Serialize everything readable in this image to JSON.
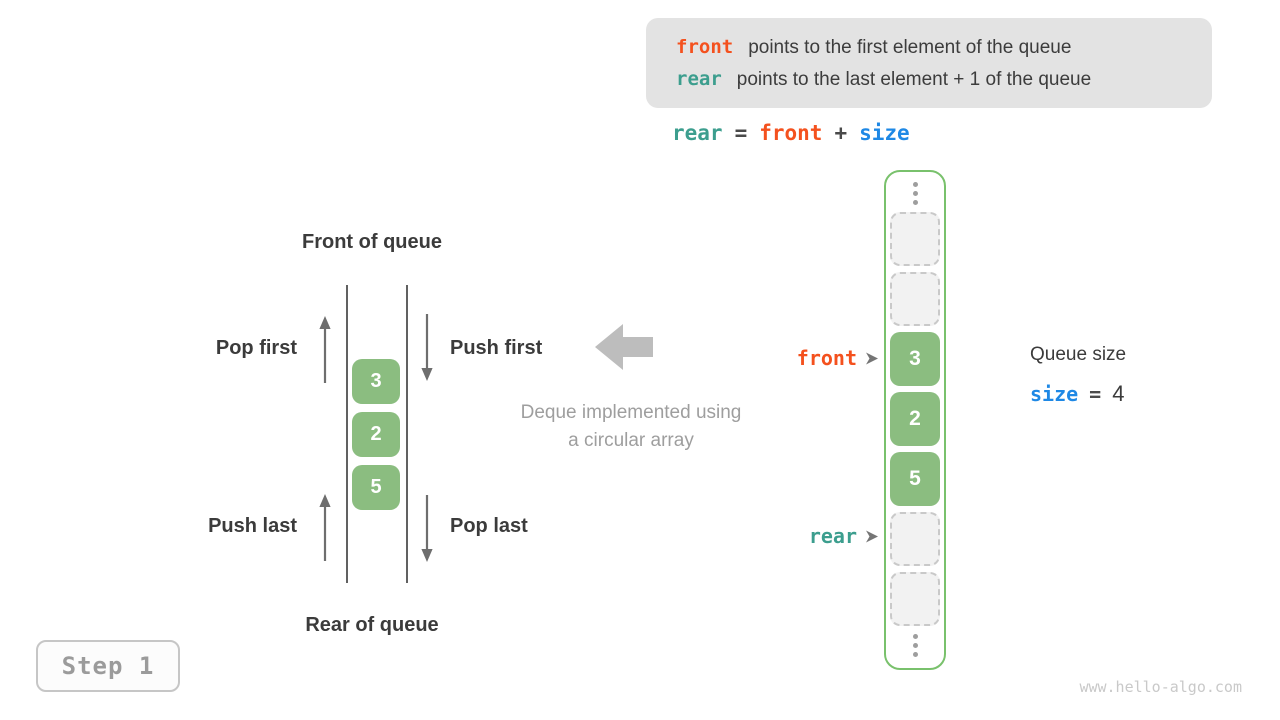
{
  "colors": {
    "legend-bg": "#E3E3E3",
    "text-dark": "#3C3C3C",
    "text-gray": "#9E9E9E",
    "line-gray": "#616161",
    "arrow-gray": "#6E6E6E",
    "big-arrow-gray": "#BDBDBD",
    "green-fill": "#8BBD80",
    "green-border": "#79C16C",
    "empty-fill": "#F2F2F2",
    "empty-border": "#C9C9C9",
    "orange": "#F4511E",
    "teal": "#3C9E8E",
    "blue": "#1E88E5",
    "step-text": "#9B9B9B",
    "step-border": "#C6C6C6",
    "watermark": "#C9C9C9"
  },
  "legend": {
    "line1_keyword": "front",
    "line1_text": "points to the first element of the queue",
    "line2_keyword": "rear",
    "line2_text": "points to the last element + 1 of the queue"
  },
  "formula": {
    "lhs": "rear",
    "eq": "=",
    "op1": "front",
    "plus": "+",
    "op2": "size"
  },
  "left_queue": {
    "front_label": "Front of queue",
    "rear_label": "Rear of queue",
    "pop_first": "Pop first",
    "push_first": "Push first",
    "push_last": "Push last",
    "pop_last": "Pop last",
    "values": [
      "3",
      "2",
      "5"
    ]
  },
  "caption": {
    "line1": "Deque implemented using",
    "line2": "a circular array"
  },
  "deque_array": {
    "cells": [
      {
        "type": "empty",
        "value": ""
      },
      {
        "type": "empty",
        "value": ""
      },
      {
        "type": "filled",
        "value": "3"
      },
      {
        "type": "filled",
        "value": "2"
      },
      {
        "type": "filled",
        "value": "5"
      },
      {
        "type": "empty",
        "value": ""
      },
      {
        "type": "empty",
        "value": ""
      }
    ],
    "front_pointer": "front",
    "rear_pointer": "rear"
  },
  "queue_size": {
    "label": "Queue size",
    "var": "size",
    "eq": "=",
    "value": "4"
  },
  "step_badge": "Step 1",
  "watermark": "www.hello-algo.com"
}
